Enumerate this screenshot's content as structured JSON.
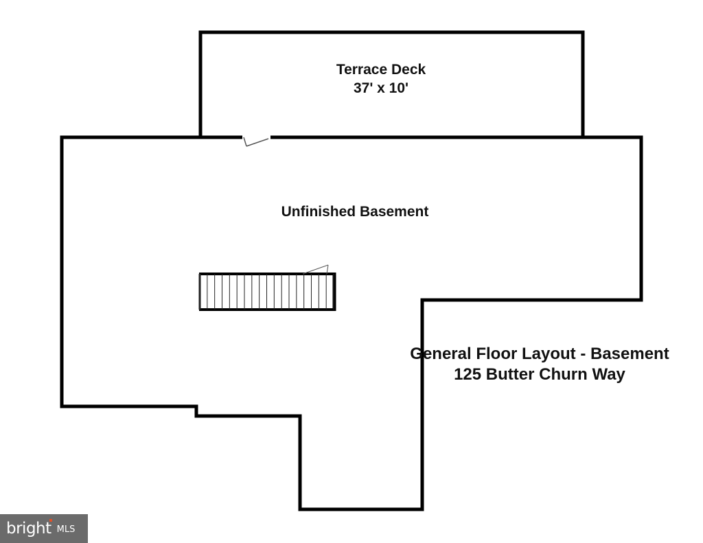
{
  "rooms": {
    "terrace": {
      "name": "Terrace Deck",
      "dimensions": "37' x 10'"
    },
    "basement": {
      "name": "Unfinished Basement"
    }
  },
  "title": {
    "line1": "General Floor Layout - Basement",
    "line2": "125 Butter Churn Way"
  },
  "watermark": {
    "brand": "bright",
    "suffix": "MLS"
  },
  "stairs": {
    "step_count": 18
  }
}
